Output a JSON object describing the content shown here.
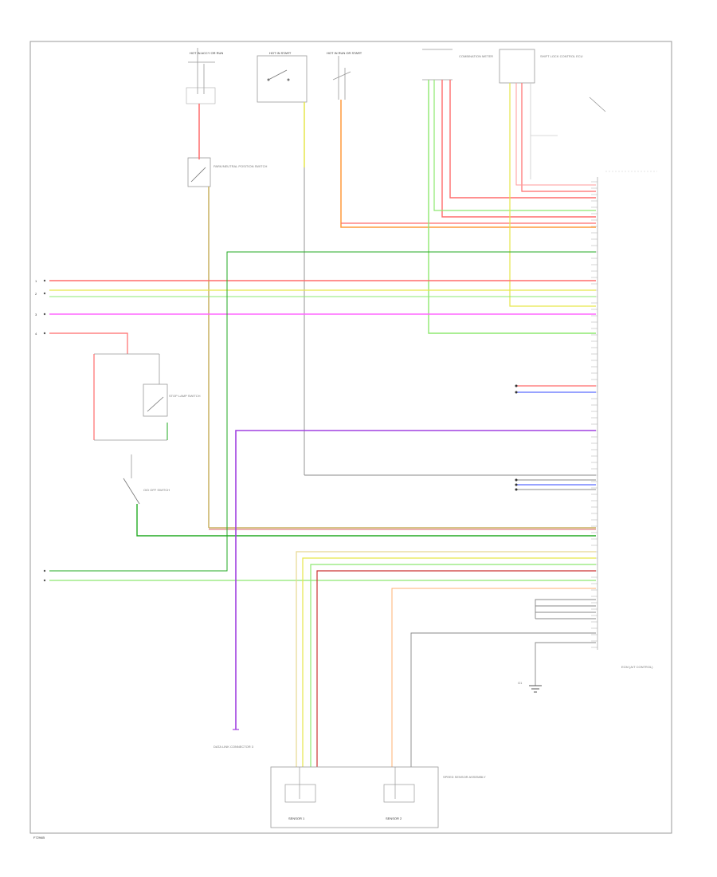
{
  "diagram": {
    "corner_code": "F7294B",
    "components": [
      {
        "id": "fuse-top-left",
        "label": "HOT IN ACCY OR RUN"
      },
      {
        "id": "fuse-center",
        "label": "HOT IN START"
      },
      {
        "id": "fuse-relay",
        "label": "HOT IN RUN OR START"
      },
      {
        "id": "park-neutral-switch",
        "label": "PARK/NEUTRAL POSITION SWITCH"
      },
      {
        "id": "brake-switch",
        "label": "STOP LAMP SWITCH"
      },
      {
        "id": "overdrive-switch",
        "label": "O/D OFF SWITCH"
      },
      {
        "id": "combination-meter",
        "label": "COMBINATION METER"
      },
      {
        "id": "shift-lock-ecu",
        "label": "SHIFT LOCK CONTROL ECU"
      },
      {
        "id": "transmission-ecm",
        "label": "ECM (A/T CONTROL)"
      },
      {
        "id": "data-link-connector",
        "label": "DATA LINK CONNECTOR 3"
      },
      {
        "id": "speed-sensor-block",
        "label": "SPEED SENSOR ASSEMBLY"
      },
      {
        "id": "ground-point",
        "label": "G1"
      }
    ],
    "sensor_labels": [
      "SENSOR 1",
      "SENSOR 2"
    ],
    "left_terminals": [
      "1",
      "2",
      "3",
      "4"
    ],
    "wire_colors": {
      "red": "#ff6b6b",
      "yellow": "#e6e64a",
      "light_green": "#8ee870",
      "green": "#22aa22",
      "orange": "#ff9a3c",
      "magenta": "#ff66ff",
      "purple": "#a040e0",
      "blue": "#5a6cff",
      "gray": "#888888",
      "tan": "#c8b060",
      "dark_red": "#cc3333"
    }
  }
}
